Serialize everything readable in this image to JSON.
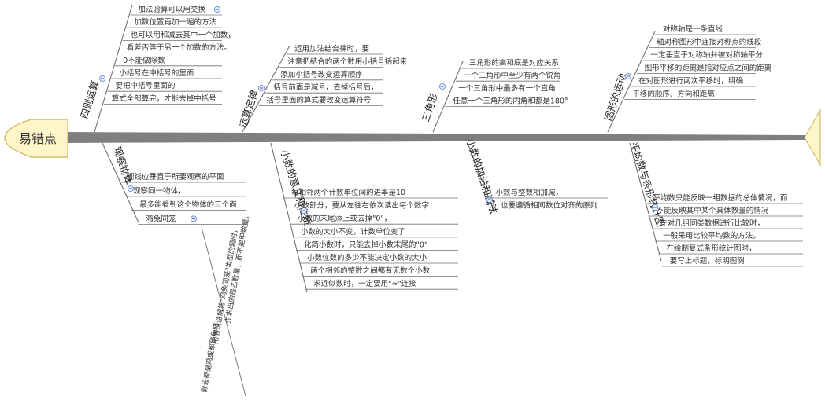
{
  "head": {
    "label": "易错点"
  },
  "colors": {
    "spine": "#808080",
    "head_fill": "#fff5c8",
    "head_stroke": "#c8b45a",
    "text": "#333333",
    "line": "#707070",
    "collapse": "#6a8fd8"
  },
  "branches": [
    {
      "title": "四则运算",
      "items": [
        "加法验算可以用交换",
        "加数位置再加一遍的方法",
        "也可以用和减去其中一个加数，",
        "看差否等于另一个加数的方法。",
        "0不能做除数",
        "小括号在中括号的里面",
        "要把中括号里面的",
        "算式全部算完，才能去掉中括号"
      ]
    },
    {
      "title": "运算定律",
      "items": [
        "运用加法结合律时，要",
        "注意把结合的两个数用小括号括起来",
        "添加小括号改变运算顺序",
        "括号前面是减号，去掉括号后，",
        "括号里面的算式要改变运算符号"
      ]
    },
    {
      "title": "三角形",
      "items": [
        "三角形的高和底是对应关系",
        "一个三角形中至少有两个锐角",
        "一个三角形中最多有一个直角",
        "任意一个三角形的内角和都是180°"
      ]
    },
    {
      "title": "图形的运动",
      "items": [
        "对称轴是一条直线",
        "轴对称图形中连接对称点的线段",
        "一定垂直于对称轴并被对称轴平分",
        "图形平移的距离是指对应点之间的距离",
        "在对图形进行两次平移时，明确",
        "平移的顺序、方向和距离"
      ]
    },
    {
      "title": "观察物体",
      "items": [
        "视线应垂直于所要观察的平面",
        "观察同一物体，",
        "最多能看到这个物体的三个面",
        "鸡兔同笼"
      ],
      "sub": [
        "假设都是鸡或都是兔时，",
        "用假设法解答\"鸡兔同笼\"类型的题时，",
        "先求出的是乙数量，而不是甲数量。"
      ]
    },
    {
      "title": "小数的意义和性质",
      "items": [
        "每相邻两个计数单位间的进率是10",
        "小数部分，要从左往右依次读出每个数字",
        "小数的末尾添上或去掉\"0\"，",
        "小数的大小不变，计数单位变了",
        "化简小数时，只能去掉小数末尾的\"0\"",
        "小数位数的多少不能决定小数的大小",
        "两个相邻的整数之间都有无数个小数",
        "求近似数时，一定要用\"≈\"连接"
      ]
    },
    {
      "title": "小数的加法和减法",
      "items": [
        "小数与整数相加减，",
        "也要遵循相同数位对齐的原则"
      ]
    },
    {
      "title": "平均数与条形统计图",
      "items": [
        "平均数只能反映一组数据的总体情况，而",
        "不能反映其中某个具体数量的情况",
        "在对几组同类数据进行比较时，",
        "一般采用比较平均数的方法。",
        "在绘制复式条形统计图时，",
        "要写上标题，标明图例"
      ]
    }
  ]
}
